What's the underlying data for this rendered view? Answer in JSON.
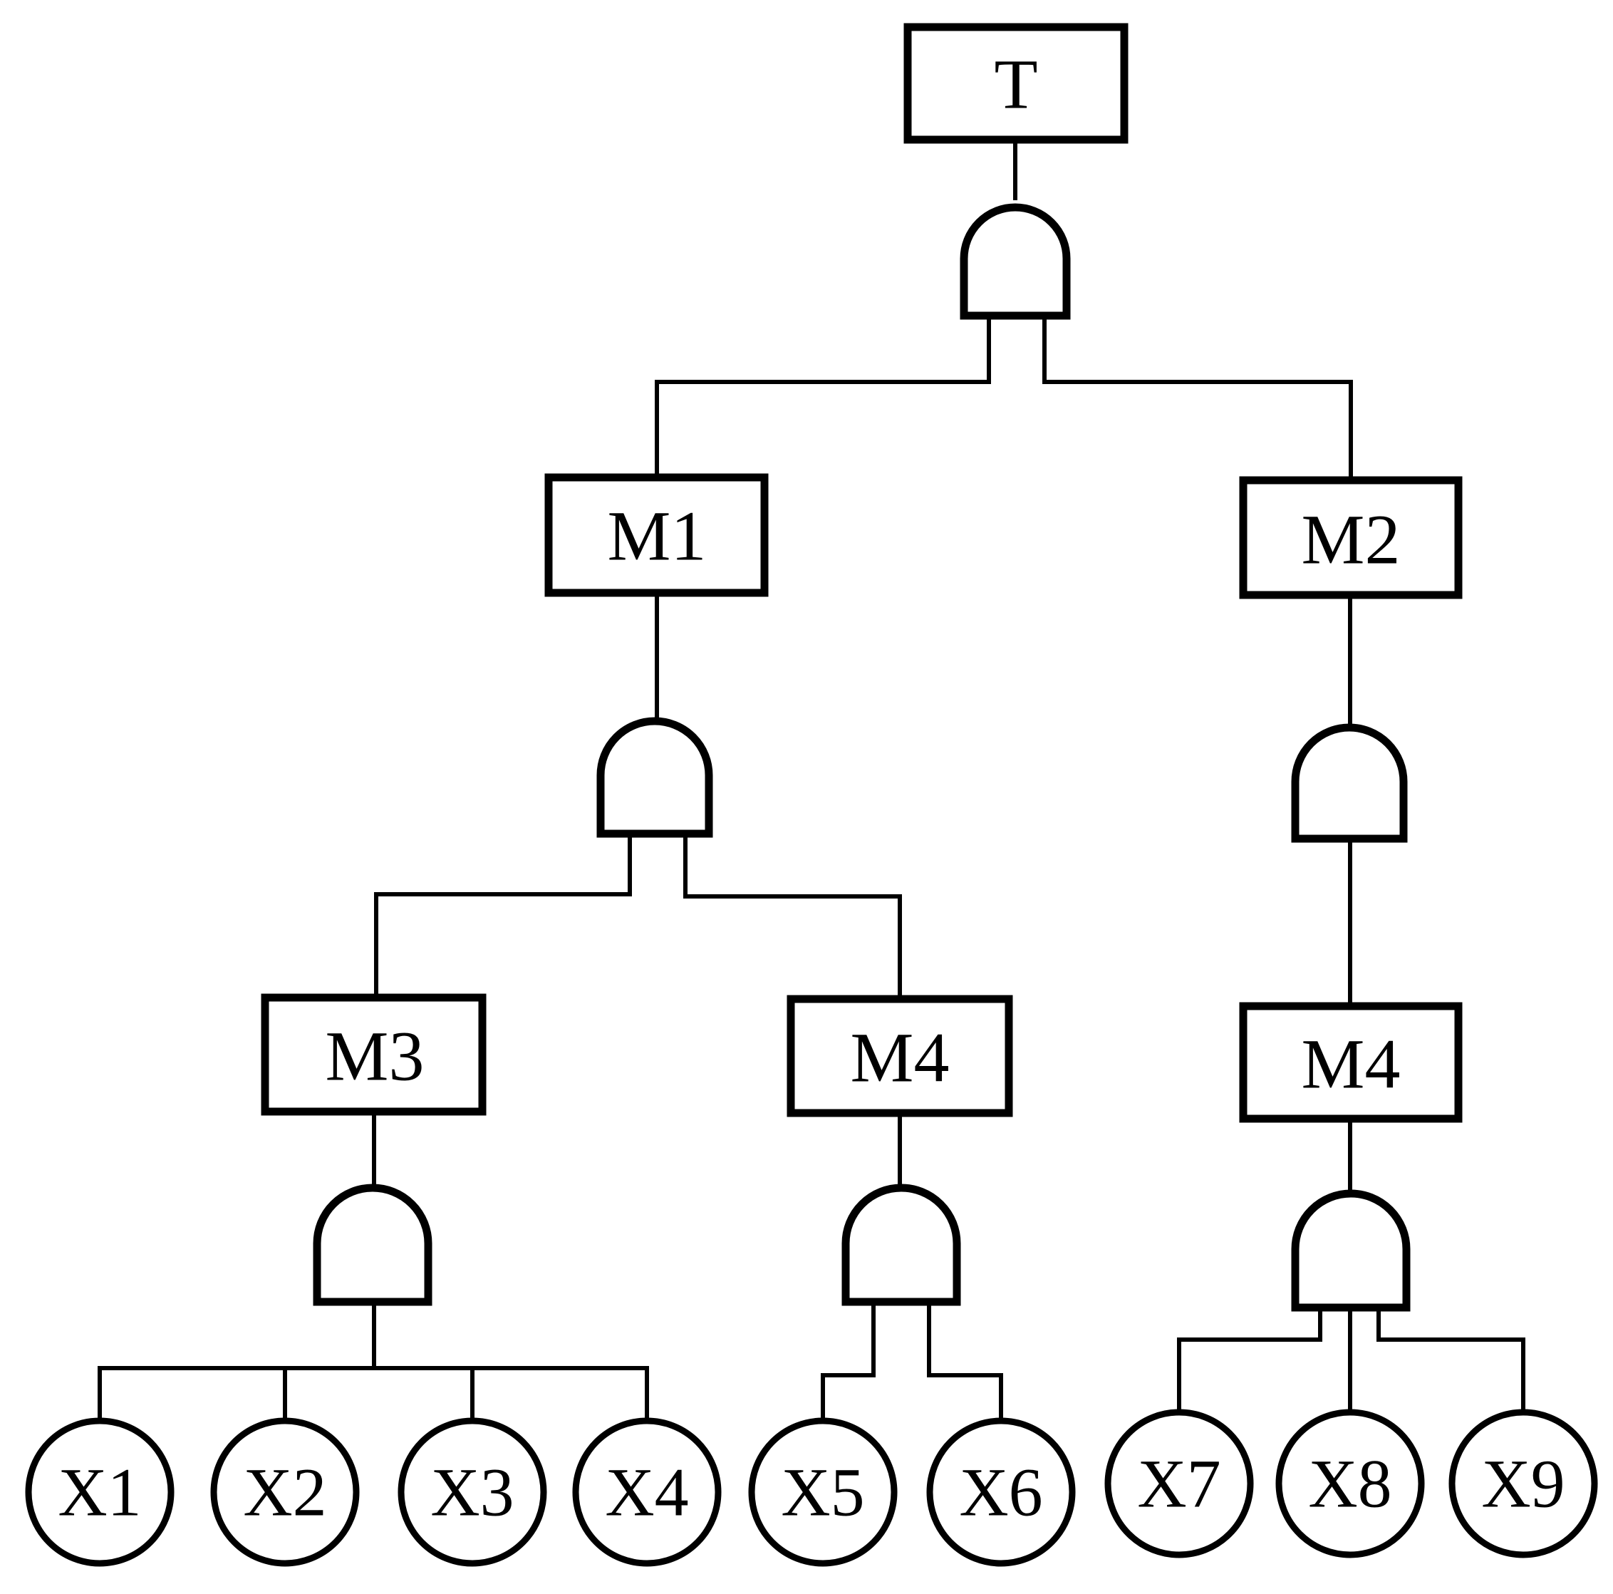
{
  "diagram": {
    "type": "fault-tree",
    "top_event": {
      "label": "T"
    },
    "intermediate_events": [
      {
        "id": "m1",
        "label": "M1"
      },
      {
        "id": "m2",
        "label": "M2"
      },
      {
        "id": "m3",
        "label": "M3"
      },
      {
        "id": "m4a",
        "label": "M4"
      },
      {
        "id": "m4b",
        "label": "M4"
      }
    ],
    "basic_events": [
      {
        "id": "x1",
        "label": "X1"
      },
      {
        "id": "x2",
        "label": "X2"
      },
      {
        "id": "x3",
        "label": "X3"
      },
      {
        "id": "x4",
        "label": "X4"
      },
      {
        "id": "x5",
        "label": "X5"
      },
      {
        "id": "x6",
        "label": "X6"
      },
      {
        "id": "x7",
        "label": "X7"
      },
      {
        "id": "x8",
        "label": "X8"
      },
      {
        "id": "x9",
        "label": "X9"
      }
    ],
    "gates": [
      {
        "id": "g-t",
        "type": "AND",
        "parent": "T",
        "children": [
          "M1",
          "M2"
        ]
      },
      {
        "id": "g-m1",
        "type": "AND",
        "parent": "M1",
        "children": [
          "M3",
          "M4"
        ]
      },
      {
        "id": "g-m2",
        "type": "AND",
        "parent": "M2",
        "children": [
          "M4"
        ]
      },
      {
        "id": "g-m3",
        "type": "AND",
        "parent": "M3",
        "children": [
          "X1",
          "X2",
          "X3",
          "X4"
        ]
      },
      {
        "id": "g-m4a",
        "type": "AND",
        "parent": "M4",
        "children": [
          "X5",
          "X6"
        ]
      },
      {
        "id": "g-m4b",
        "type": "AND",
        "parent": "M4",
        "children": [
          "X7",
          "X8",
          "X9"
        ]
      }
    ]
  }
}
